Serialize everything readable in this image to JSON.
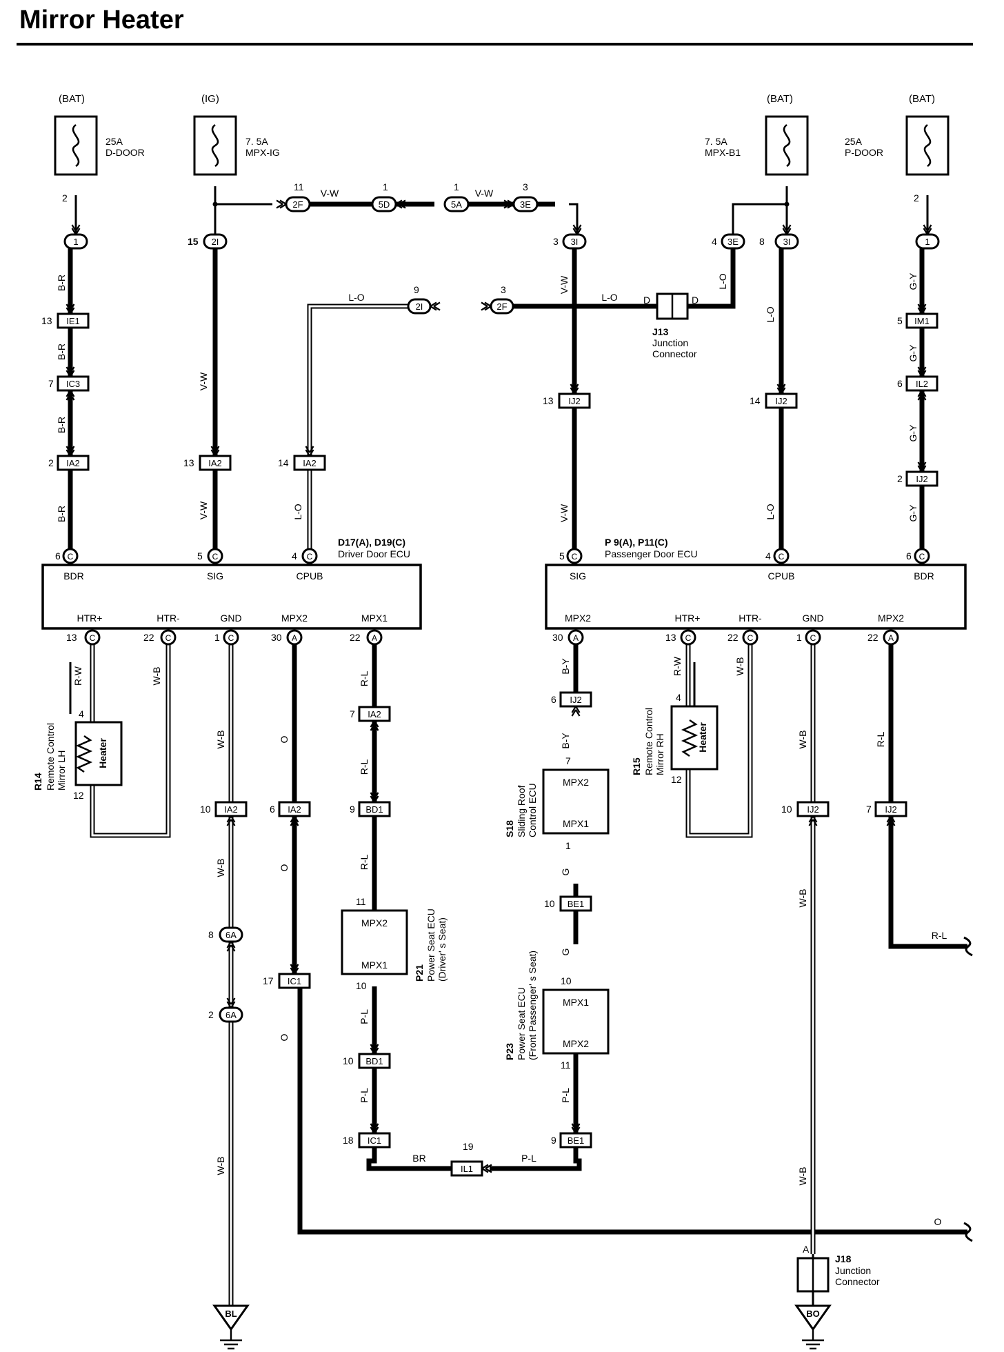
{
  "title": "Mirror Heater",
  "colors": {
    "ink": "#000000",
    "paper": "#ffffff"
  },
  "icons": {
    "fuse": "fuse-icon",
    "ground": "ground-icon",
    "resistor": "heater-resistor-icon",
    "arrow": "connector-arrow-icon"
  },
  "fuses": [
    {
      "source": "(BAT)",
      "rating": "25A",
      "name": "D-DOOR",
      "pin": "2"
    },
    {
      "source": "(IG)",
      "rating": "7. 5A",
      "name": "MPX-IG",
      "pin": ""
    },
    {
      "source": "(BAT)",
      "rating": "7. 5A",
      "name": "MPX-B1",
      "pin": ""
    },
    {
      "source": "(BAT)",
      "rating": "25A",
      "name": "P-DOOR",
      "pin": "2"
    }
  ],
  "junction_blocks": {
    "c_1L": {
      "code": "1",
      "pin": ""
    },
    "c_2I_15": {
      "code": "2I",
      "pin": "15"
    },
    "c_2F_11": {
      "code": "2F",
      "pin": "11"
    },
    "c_5D_1": {
      "code": "5D",
      "pin": "1"
    },
    "c_5A_1": {
      "code": "5A",
      "pin": "1"
    },
    "c_3E_3": {
      "code": "3E",
      "pin": "3"
    },
    "c_3I_3": {
      "code": "3I",
      "pin": "3"
    },
    "c_3E_4": {
      "code": "3E",
      "pin": "4"
    },
    "c_3I_8": {
      "code": "3I",
      "pin": "8"
    },
    "c_1R": {
      "code": "1",
      "pin": ""
    },
    "c_2I_9": {
      "code": "2I",
      "pin": "9"
    },
    "c_2F_3": {
      "code": "2F",
      "pin": "3"
    },
    "c_6A_8": {
      "code": "6A",
      "pin": "8"
    },
    "c_6A_2": {
      "code": "6A",
      "pin": "2"
    }
  },
  "connectors": {
    "IE1": {
      "code": "IE1",
      "pin": "13"
    },
    "IC3": {
      "code": "IC3",
      "pin": "7"
    },
    "IA2_2": {
      "code": "IA2",
      "pin": "2"
    },
    "IA2_13": {
      "code": "IA2",
      "pin": "13"
    },
    "IA2_14": {
      "code": "IA2",
      "pin": "14"
    },
    "IJ2_13": {
      "code": "IJ2",
      "pin": "13"
    },
    "IJ2_14": {
      "code": "IJ2",
      "pin": "14"
    },
    "IM1": {
      "code": "IM1",
      "pin": "5"
    },
    "IL2": {
      "code": "IL2",
      "pin": "6"
    },
    "IJ2_2": {
      "code": "IJ2",
      "pin": "2"
    },
    "IA2_7": {
      "code": "IA2",
      "pin": "7"
    },
    "IA2_10": {
      "code": "IA2",
      "pin": "10"
    },
    "IA2_6": {
      "code": "IA2",
      "pin": "6"
    },
    "BD1_9": {
      "code": "BD1",
      "pin": "9"
    },
    "IC1_17": {
      "code": "IC1",
      "pin": "17"
    },
    "BD1_10": {
      "code": "BD1",
      "pin": "10"
    },
    "IC1_18": {
      "code": "IC1",
      "pin": "18"
    },
    "IL1": {
      "code": "IL1",
      "pin": "19"
    },
    "IJ2_6": {
      "code": "IJ2",
      "pin": "6"
    },
    "BE1_10": {
      "code": "BE1",
      "pin": "10"
    },
    "BE1_9": {
      "code": "BE1",
      "pin": "9"
    },
    "IJ2_10": {
      "code": "IJ2",
      "pin": "10"
    },
    "IJ2_7": {
      "code": "IJ2",
      "pin": "7"
    }
  },
  "j13": {
    "id": "J13",
    "name_line1": "Junction",
    "name_line2": "Connector",
    "pin_l": "D",
    "pin_r": "D"
  },
  "j18": {
    "id": "J18",
    "name_line1": "Junction",
    "name_line2": "Connector",
    "pin": "A"
  },
  "driver_ecu": {
    "id": "D17(A), D19(C)",
    "name": "Driver Door ECU",
    "top_labels": [
      "BDR",
      "SIG",
      "CPUB"
    ],
    "top_pins": [
      {
        "pin": "6",
        "tag": "C"
      },
      {
        "pin": "5",
        "tag": "C"
      },
      {
        "pin": "4",
        "tag": "C"
      }
    ],
    "bottom_labels": [
      "HTR+",
      "HTR-",
      "GND",
      "MPX2",
      "MPX1"
    ],
    "bottom_pins": [
      {
        "pin": "13",
        "tag": "C"
      },
      {
        "pin": "22",
        "tag": "C"
      },
      {
        "pin": "1",
        "tag": "C"
      },
      {
        "pin": "30",
        "tag": "A"
      },
      {
        "pin": "22",
        "tag": "A"
      }
    ]
  },
  "passenger_ecu": {
    "id": "P 9(A), P11(C)",
    "name": "Passenger Door ECU",
    "top_labels": [
      "SIG",
      "CPUB",
      "BDR"
    ],
    "top_pins": [
      {
        "pin": "5",
        "tag": "C"
      },
      {
        "pin": "4",
        "tag": "C"
      },
      {
        "pin": "6",
        "tag": "C"
      }
    ],
    "bottom_labels": [
      "MPX2",
      "HTR+",
      "HTR-",
      "GND",
      "MPX2"
    ],
    "bottom_pins": [
      {
        "pin": "30",
        "tag": "A"
      },
      {
        "pin": "13",
        "tag": "C"
      },
      {
        "pin": "22",
        "tag": "C"
      },
      {
        "pin": "1",
        "tag": "C"
      },
      {
        "pin": "22",
        "tag": "A"
      }
    ]
  },
  "mirror_lh": {
    "id": "R14",
    "line1": "Remote Control",
    "line2": "Mirror LH",
    "element": "Heater",
    "pin_top": "4",
    "pin_bottom": "12"
  },
  "mirror_rh": {
    "id": "R15",
    "line1": "Remote Control",
    "line2": "Mirror RH",
    "element": "Heater",
    "pin_top": "4",
    "pin_bottom": "12"
  },
  "power_seat_drv": {
    "id": "P21",
    "line1": "Power Seat ECU",
    "line2": "(Driver' s Seat)",
    "label_top": "MPX2",
    "label_bottom": "MPX1",
    "pin_top": "11",
    "pin_bottom": "10"
  },
  "power_seat_pass": {
    "id": "P23",
    "line1": "Power Seat ECU",
    "line2": "(Front Passenger' s Seat)",
    "label_top": "MPX1",
    "label_bottom": "MPX2",
    "pin_top": "10",
    "pin_bottom": "11"
  },
  "sliding_roof": {
    "id": "S18",
    "line1": "Sliding Roof",
    "line2": "Control ECU",
    "label_top": "MPX2",
    "label_bottom": "MPX1",
    "pin_top": "7",
    "pin_bottom": "1"
  },
  "grounds": {
    "left": "BL",
    "right": "BO"
  },
  "wires": {
    "BR": "B-R",
    "VW": "V-W",
    "LO": "L-O",
    "GY": "G-Y",
    "RW": "R-W",
    "WB": "W-B",
    "O": "O",
    "RL": "R-L",
    "PL": "P-L",
    "BY": "B-Y",
    "G": "G",
    "BRN": "BR"
  }
}
